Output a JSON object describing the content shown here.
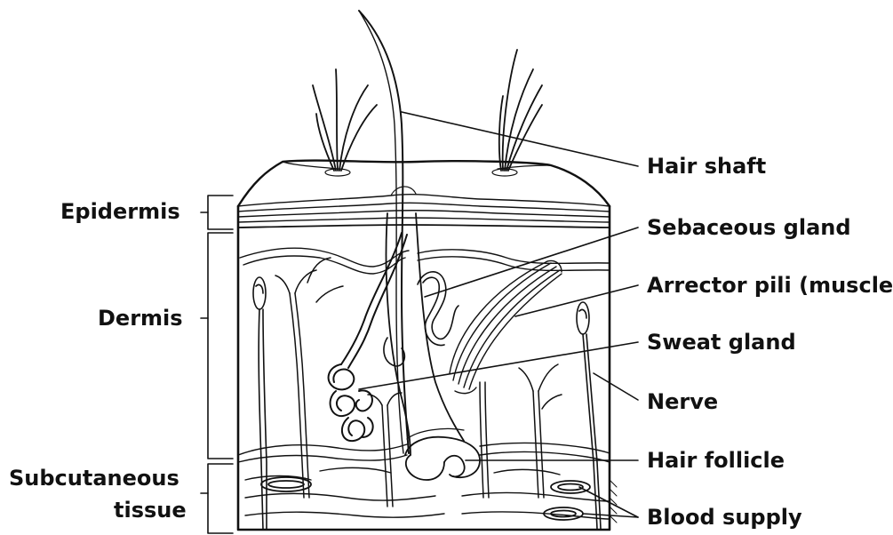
{
  "left_labels": {
    "epidermis": "Epidermis",
    "dermis": "Dermis",
    "subcutaneous_line1": "Subcutaneous",
    "subcutaneous_line2": "tissue"
  },
  "right_labels": {
    "hair_shaft": "Hair shaft",
    "sebaceous_gland": "Sebaceous gland",
    "arrector_pili": "Arrector pili (muscle)",
    "sweat_gland": "Sweat gland",
    "nerve": "Nerve",
    "hair_follicle": "Hair follicle",
    "blood_supply": "Blood supply"
  },
  "colors": {
    "ink": "#111111",
    "background": "#ffffff"
  }
}
